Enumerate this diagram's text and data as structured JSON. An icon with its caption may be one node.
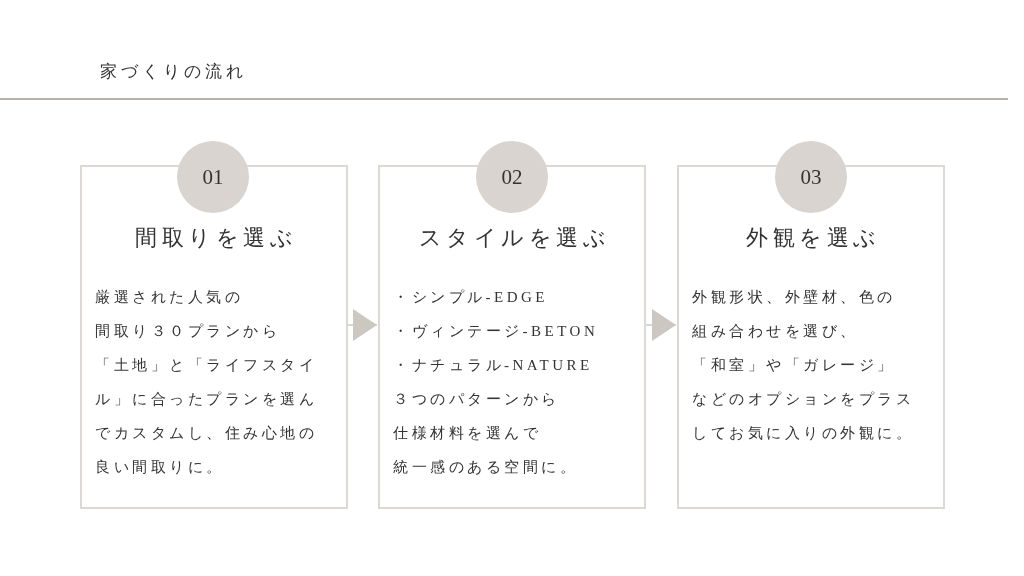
{
  "diagram": {
    "title": "家づくりの流れ",
    "nodes": [
      {
        "text": [
          "01"
        ]
      },
      {
        "text": [
          "間取りを選ぶ",
          "厳選された人気の",
          "間取り３０プランから",
          "「土地」と「ライフスタイル」に合ったプランを選んでカスタムし、住み心地の良い間取りに。"
        ]
      },
      {
        "text": [
          "02"
        ]
      },
      {
        "text": [
          "スタイルを選ぶ",
          "・シンプル-EDGE",
          "・ヴィンテージ-BETON",
          "・ナチュラル-NATURE",
          "３つのパターンから",
          "仕様材料を選んで",
          "統一感のある空間に。"
        ]
      },
      {
        "text": [
          "03"
        ]
      },
      {
        "text": [
          "外観を選ぶ",
          "外観形状、外壁材、色の",
          "組み合わせを選び、",
          "「和室」や「ガレージ」",
          "などのオプションをプラスしてお気に入りの外観に。"
        ]
      }
    ],
    "edges": [
      {
        "from": 1,
        "to": 3,
        "arrow": "to"
      },
      {
        "from": 3,
        "to": 5,
        "arrow": "to"
      }
    ]
  }
}
